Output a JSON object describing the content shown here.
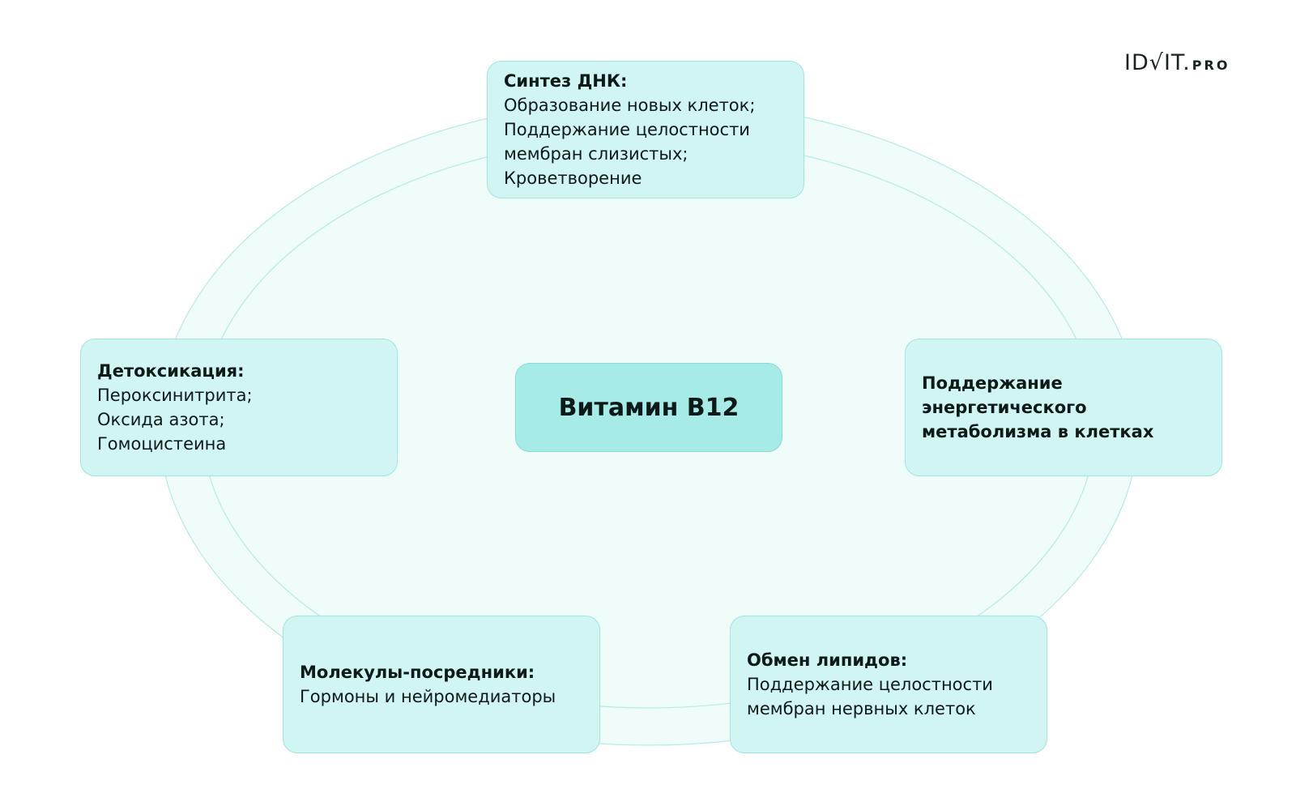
{
  "logo": {
    "main": "ID√IT.",
    "suffix": "PRO"
  },
  "center": {
    "label": "Витамин B12"
  },
  "nodes": {
    "dna": {
      "title": "Синтез ДНК:",
      "lines": [
        "Образование новых клеток;",
        "Поддержание целостности",
        "мембран слизистых;",
        "Кроветворение"
      ]
    },
    "detox": {
      "title": "Детоксикация:",
      "lines": [
        "Пероксинитрита;",
        "Оксида азота;",
        "Гомоцистеина"
      ]
    },
    "energy": {
      "title": "Поддержание энергетического метаболизма в клетках"
    },
    "mediators": {
      "title": "Молекулы-посредники:",
      "lines": [
        "Гормоны и нейромедиаторы"
      ]
    },
    "lipids": {
      "title": "Обмен липидов:",
      "lines": [
        "Поддержание целостности",
        "мембран нервных клеток"
      ]
    }
  },
  "colors": {
    "box_fill": "#d1f5f2",
    "center_fill": "#a6ebe6",
    "ellipse_fill": "#effcfa",
    "ellipse_stroke": "#b3ebe4"
  }
}
